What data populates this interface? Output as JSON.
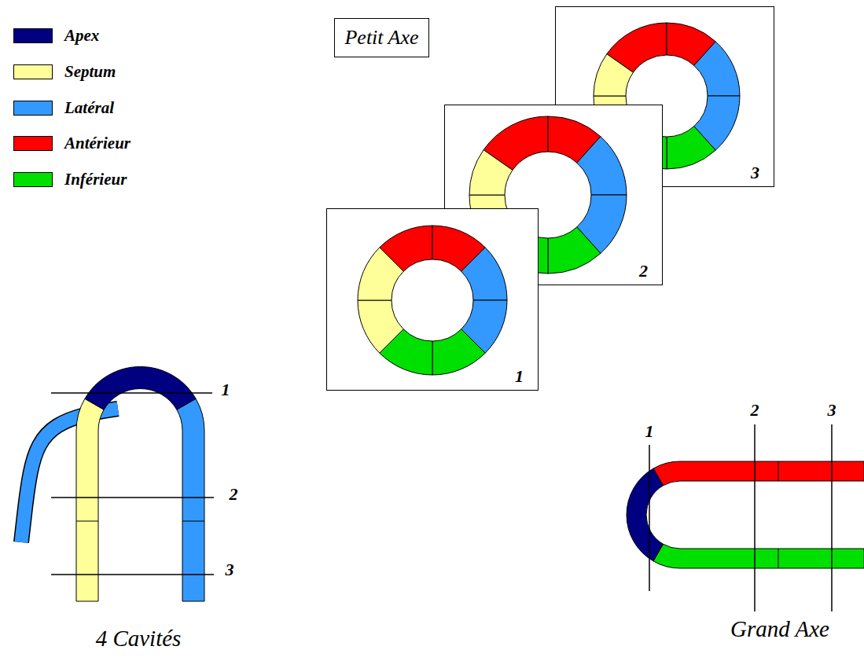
{
  "diagram": {
    "nodes": [
      {
        "text": [
          "Petit Axe"
        ]
      },
      {
        "text": [
          "3"
        ]
      },
      {
        "text": [
          "2"
        ]
      },
      {
        "text": [
          "1"
        ]
      }
    ],
    "labels": [
      "1",
      "2",
      "3",
      "4 Cavités",
      "1",
      "2",
      "3",
      "Grand Axe"
    ],
    "legend": [
      {
        "text": "Apex",
        "color": "#000080"
      },
      {
        "text": "Septum",
        "color": "#ffff99"
      },
      {
        "text": "Latéral",
        "color": "#3399ff"
      },
      {
        "text": "Antérieur",
        "color": "#ff0000"
      },
      {
        "text": "Inférieur",
        "color": "#00e000"
      }
    ]
  }
}
